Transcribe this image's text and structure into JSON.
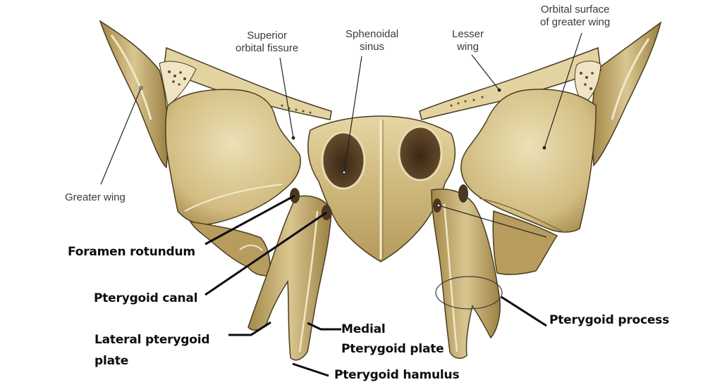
{
  "figure": {
    "subject": "Sphenoid bone, posterior view",
    "colors": {
      "background": "#ffffff",
      "bone_light": "#e9dcae",
      "bone_mid": "#cdb77a",
      "bone_dark": "#9a8045",
      "bone_outline": "#4a3d22",
      "sinus_cavity": "#4b3620",
      "thin_label_text": "#3a3a3a",
      "bold_label_text": "#0c0c14",
      "leader_line": "#111111"
    }
  },
  "labels_original": {
    "superior_orbital_fissure": {
      "line1": "Superior",
      "line2": "orbital fissure"
    },
    "sphenoidal_sinus": {
      "line1": "Sphenoidal",
      "line2": "sinus"
    },
    "lesser_wing": {
      "line1": "Lesser",
      "line2": "wing"
    },
    "orbital_surface": {
      "line1": "Orbital surface",
      "line2": "of greater wing"
    },
    "greater_wing": {
      "line1": "Greater wing"
    }
  },
  "labels_added": {
    "foramen_rotundum": {
      "line1": "Foramen rotundum"
    },
    "pterygoid_canal": {
      "line1": "Pterygoid canal"
    },
    "lateral_pterygoid_plate": {
      "line1": "Lateral pterygoid",
      "line2": "plate"
    },
    "medial_pterygoid_plate": {
      "line1": "Medial",
      "line2": "Pterygoid plate"
    },
    "pterygoid_hamulus": {
      "line1": "Pterygoid hamulus"
    },
    "pterygoid_process": {
      "line1": "Pterygoid process"
    }
  }
}
